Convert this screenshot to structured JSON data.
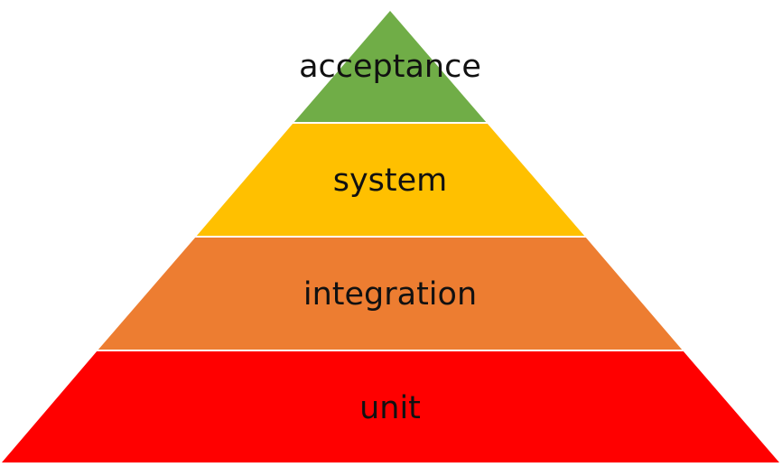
{
  "pyramid": {
    "layers": [
      {
        "label": "acceptance",
        "color": "#70AD47"
      },
      {
        "label": "system",
        "color": "#FFC000"
      },
      {
        "label": "integration",
        "color": "#ED7D31"
      },
      {
        "label": "unit",
        "color": "#FF0000"
      }
    ],
    "divider_color": "#FFFFFF",
    "text_color": "#111111"
  }
}
